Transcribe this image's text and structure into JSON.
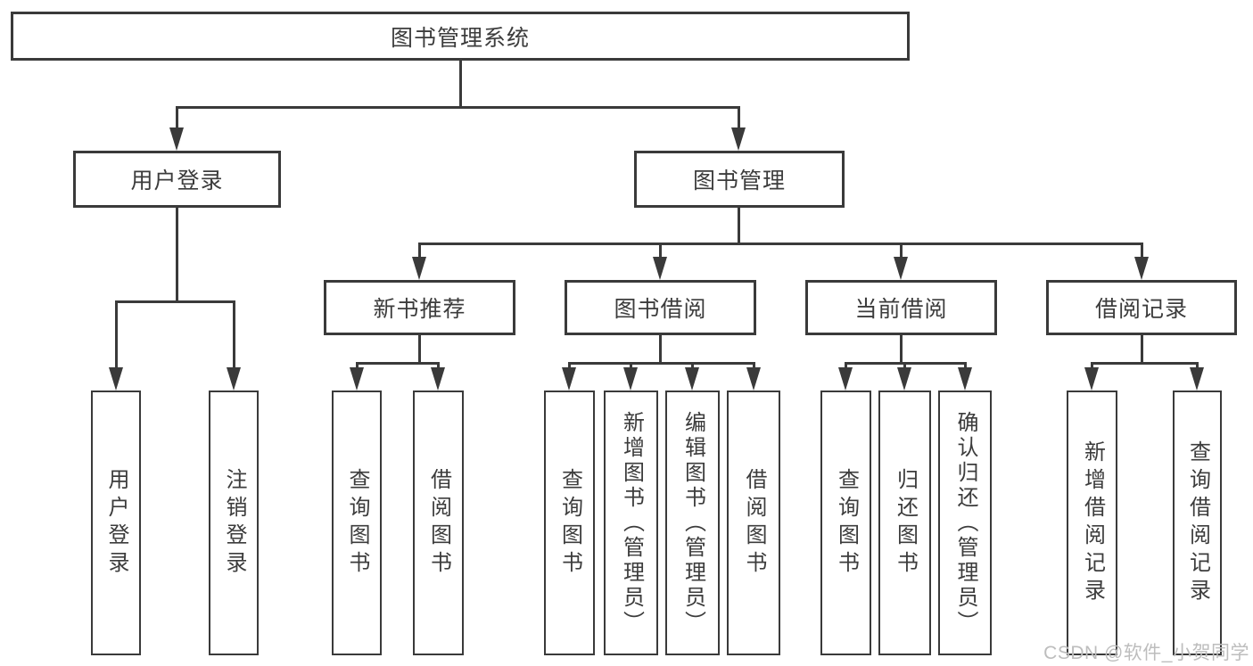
{
  "diagram_title": "图书管理系统",
  "tree": {
    "root": {
      "label": "图书管理系统",
      "children": [
        {
          "label": "用户登录",
          "children": [
            {
              "label": "用户登录"
            },
            {
              "label": "注销登录"
            }
          ]
        },
        {
          "label": "图书管理",
          "children": [
            {
              "label": "新书推荐",
              "children": [
                {
                  "label": "查询图书"
                },
                {
                  "label": "借阅图书"
                }
              ]
            },
            {
              "label": "图书借阅",
              "children": [
                {
                  "label": "查询图书"
                },
                {
                  "label": "新增图书（管理员）"
                },
                {
                  "label": "编辑图书（管理员）"
                },
                {
                  "label": "借阅图书"
                }
              ]
            },
            {
              "label": "当前借阅",
              "children": [
                {
                  "label": "查询图书"
                },
                {
                  "label": "归还图书"
                },
                {
                  "label": "确认归还（管理员）"
                }
              ]
            },
            {
              "label": "借阅记录",
              "children": [
                {
                  "label": "新增借阅记录"
                },
                {
                  "label": "查询借阅记录"
                }
              ]
            }
          ]
        }
      ]
    }
  },
  "watermark": {
    "text": "CSDN @软件_小贺同学"
  },
  "colors": {
    "line": "#3a3a3a",
    "text": "#3c3c3c",
    "background": "#ffffff",
    "watermark": "#bdbdbd"
  }
}
